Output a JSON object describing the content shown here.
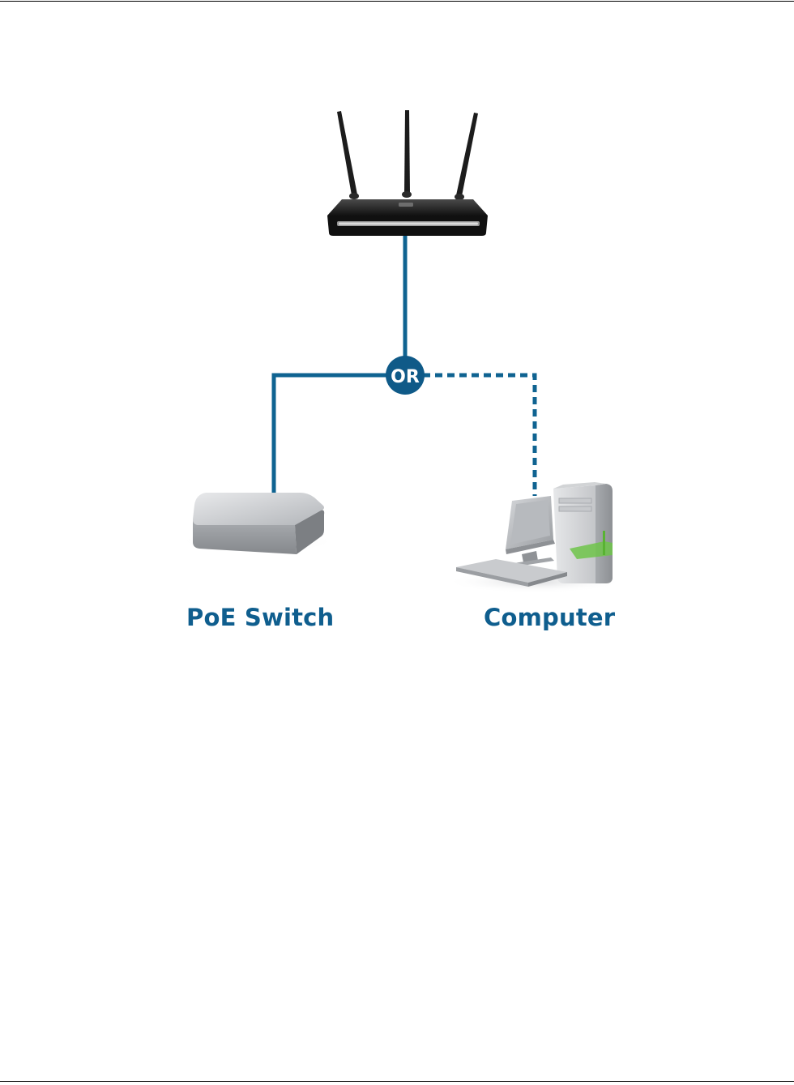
{
  "colors": {
    "cable": "#0f6391",
    "label": "#0f5e8e",
    "or_badge": "#0f5a88",
    "router_body": "#1a1a1a",
    "device_gray": "#b9bcc0",
    "tower_accent": "#5fbf3a"
  },
  "icons": {
    "router": "router-icon",
    "switch": "switch-icon",
    "computer": "computer-icon"
  },
  "connector": {
    "or_label": "OR"
  },
  "devices": {
    "poe_switch_label": "PoE Switch",
    "computer_label": "Computer"
  }
}
